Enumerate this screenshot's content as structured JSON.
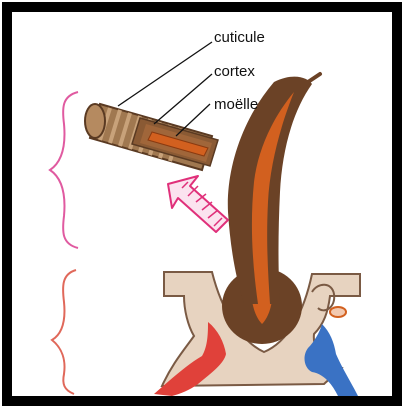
{
  "labels": {
    "cuticle": "cuticule",
    "cortex": "cortex",
    "medulla": "moëlle"
  },
  "colors": {
    "frame": "#000000",
    "cuticle": "#a07850",
    "cuticle_stripe": "#c8a27a",
    "hair_shaft": "#6b4226",
    "hair_core": "#d2601f",
    "skin": "#e7d3c0",
    "follicle_outline": "#7a5a44",
    "artery": "#e0413a",
    "vein": "#3a72c4",
    "upper_brace": "#e05aa0",
    "lower_brace": "#e0685a",
    "arrow": "#e0307a"
  },
  "icons": [
    "pink-hatched-arrow-icon"
  ]
}
